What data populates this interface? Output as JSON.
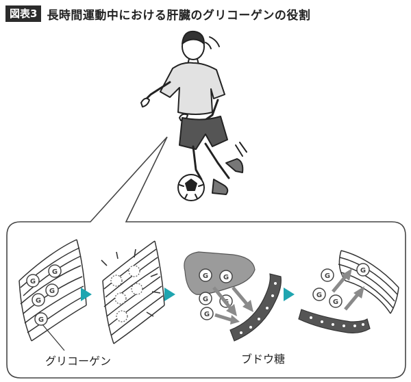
{
  "header": {
    "badge": "図表3",
    "title": "長時間運動中における肝臓のグリコーゲンの役割"
  },
  "labels": {
    "glycogen": "グリコーゲン",
    "glucose": "ブドウ糖"
  },
  "molecule_letter": "G",
  "colors": {
    "arrow_teal": "#1fa5b0",
    "organ_gray": "#9b9b9b",
    "frame": "#444444",
    "badge_bg": "#2b2b2b"
  }
}
